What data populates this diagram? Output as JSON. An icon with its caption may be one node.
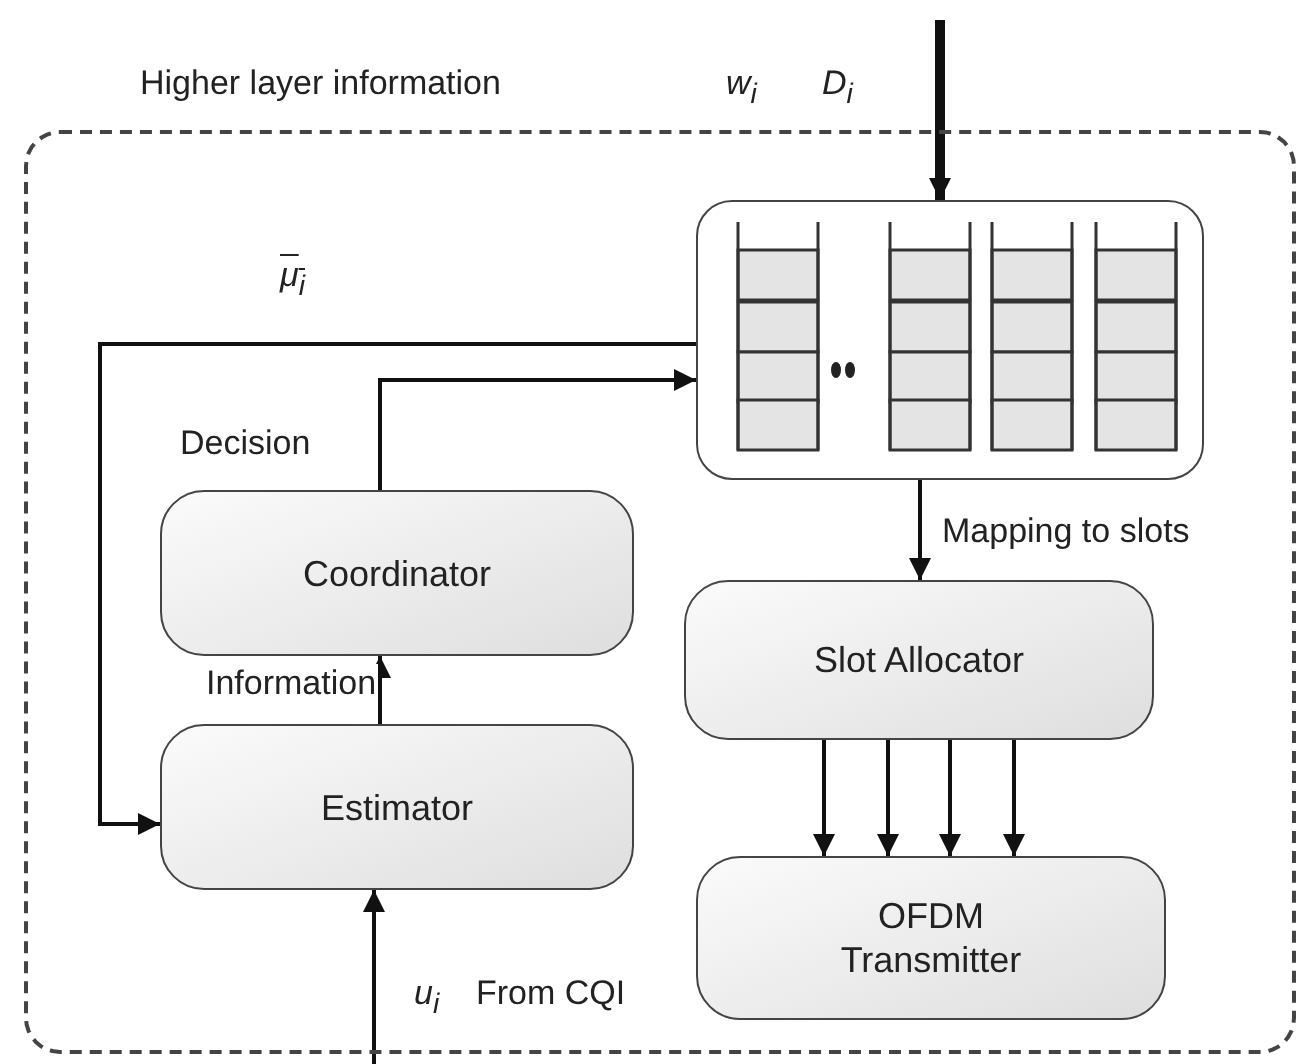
{
  "diagram": {
    "nodes": [
      {
        "text": [],
        "shape": "box"
      },
      {
        "text": [],
        "shape": "box",
        "in": 0
      },
      {
        "text": [
          "Coordinator"
        ],
        "in": 0
      },
      {
        "text": [
          "Estimator"
        ],
        "in": 0
      },
      {
        "text": [
          "Slot Allocator"
        ],
        "in": 0
      },
      {
        "text": [
          "OFDM Transmitter"
        ],
        "in": 0
      }
    ],
    "edges": [
      {
        "from": null,
        "to": 1,
        "arrow": "to",
        "style": "thick"
      },
      {
        "from": 1,
        "to": 3,
        "arrow": "to",
        "label": "μ$_{i}$"
      },
      {
        "from": 2,
        "to": 1,
        "arrow": "to",
        "label": "Decision"
      },
      {
        "from": 3,
        "to": 2,
        "arrow": "to",
        "label": "Information"
      },
      {
        "from": 1,
        "to": 4,
        "arrow": "to",
        "label": "Mapping to slots"
      },
      {
        "from": 4,
        "to": 5,
        "arrow": "to"
      },
      {
        "from": 4,
        "to": 5,
        "arrow": "to"
      },
      {
        "from": 4,
        "to": 5,
        "arrow": "to"
      },
      {
        "from": 4,
        "to": 5,
        "arrow": "to"
      },
      {
        "from": null,
        "to": 3,
        "arrow": "to",
        "label": "From CQI"
      }
    ],
    "labels": [
      "Higher layer information",
      "w$_{i}$",
      "D$_{i}$",
      "u$_{i}$"
    ]
  }
}
